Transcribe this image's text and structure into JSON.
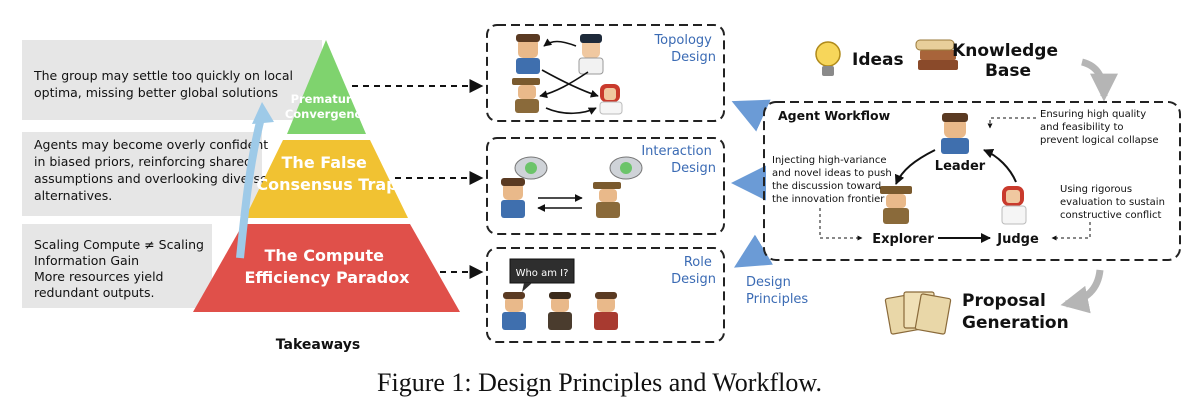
{
  "colors": {
    "tier_top": "#7fd36e",
    "tier_mid": "#f1c232",
    "tier_bottom": "#e0504a",
    "note_box": "#e6e6e6",
    "blue_text": "#3b6bb4",
    "arrow_blue": "#6b9bd6",
    "arrow_gray": "#b5b5b5"
  },
  "pyramid": {
    "notes": [
      [
        "The group may settle too quickly on local",
        "optima, missing better global solutions"
      ],
      [
        "Agents may become overly confident",
        "in biased priors, reinforcing shared",
        "assumptions and overlooking diverse",
        "alternatives."
      ],
      [
        "Scaling Compute ≠ Scaling",
        "Information Gain",
        "More resources yield",
        "redundant outputs."
      ]
    ],
    "tiers": [
      [
        "Premature",
        "Convergence"
      ],
      [
        "The False",
        "Consensus Trap"
      ],
      [
        "The Compute",
        "Efficiency Paradox"
      ]
    ],
    "label": "Takeaways"
  },
  "design": {
    "topology": [
      "Topology",
      "Design"
    ],
    "interaction": [
      "Interaction",
      "Design"
    ],
    "role": [
      "Role",
      "Design"
    ],
    "speech": "Who am I?",
    "principles": [
      "Design",
      "Principles"
    ]
  },
  "resources": {
    "ideas": "Ideas",
    "knowledge": [
      "Knowledge",
      "Base"
    ]
  },
  "workflow": {
    "title": "Agent Workflow",
    "leader": "Leader",
    "explorer": "Explorer",
    "judge": "Judge",
    "leader_note": [
      "Ensuring high quality",
      "and feasibility to",
      "prevent logical collapse"
    ],
    "explorer_note": [
      "Injecting high-variance",
      "and novel ideas to push",
      "the discussion toward",
      "the innovation frontier"
    ],
    "judge_note": [
      "Using rigorous",
      "evaluation to sustain",
      "constructive conflict"
    ]
  },
  "proposal": [
    "Proposal",
    "Generation"
  ],
  "caption": "Figure 1: Design Principles and Workflow."
}
